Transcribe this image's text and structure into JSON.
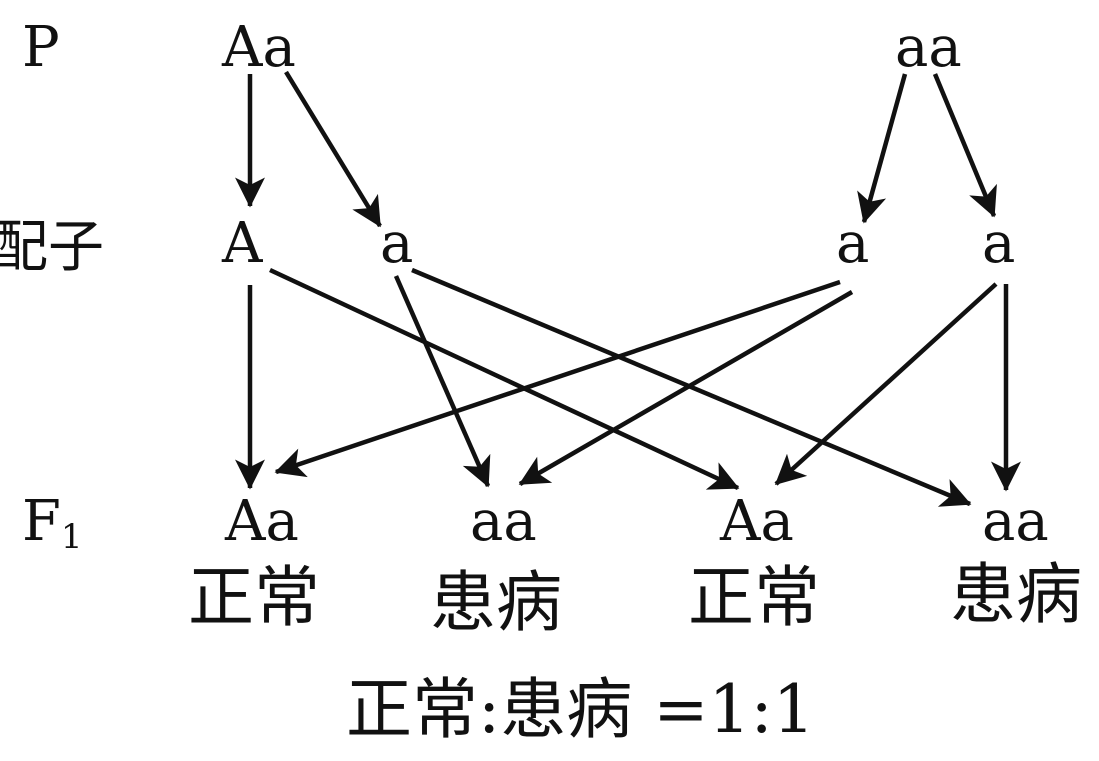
{
  "rows": {
    "parent_label": "P",
    "gamete_label": "配子",
    "f1_label": "F",
    "f1_subscript": "1"
  },
  "parents": {
    "left": "Aa",
    "right": "aa"
  },
  "gametes": {
    "g1": "A",
    "g2": "a",
    "g3": "a",
    "g4": "a"
  },
  "offspring": [
    {
      "genotype": "Aa",
      "phenotype": "正常"
    },
    {
      "genotype": "aa",
      "phenotype": "患病"
    },
    {
      "genotype": "Aa",
      "phenotype": "正常"
    },
    {
      "genotype": "aa",
      "phenotype": "患病"
    }
  ],
  "ratio": "正常:患病 =1:1"
}
